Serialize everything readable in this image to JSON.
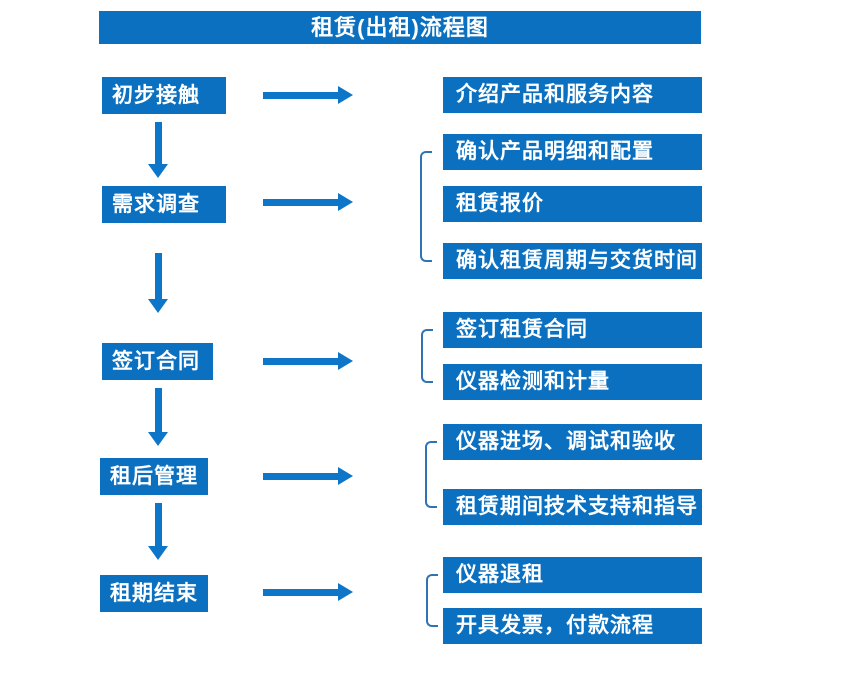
{
  "title": "租赁(出租)流程图",
  "colors": {
    "box-blue": "#0B70C0",
    "arrow-blue": "#0E76C8",
    "bracket-blue": "#2E74B5",
    "text-white": "#FFFFFF",
    "background": "#FFFFFF"
  },
  "steps": [
    {
      "label": "初步接触",
      "details": [
        "介绍产品和服务内容"
      ]
    },
    {
      "label": "需求调查",
      "details": [
        "确认产品明细和配置",
        "租赁报价",
        "确认租赁周期与交货时间"
      ]
    },
    {
      "label": "签订合同",
      "details": [
        "签订租赁合同",
        "仪器检测和计量"
      ]
    },
    {
      "label": "租后管理",
      "details": [
        "仪器进场、调试和验收",
        "租赁期间技术支持和指导"
      ]
    },
    {
      "label": "租期结束",
      "details": [
        "仪器退租",
        "开具发票，付款流程"
      ]
    }
  ]
}
